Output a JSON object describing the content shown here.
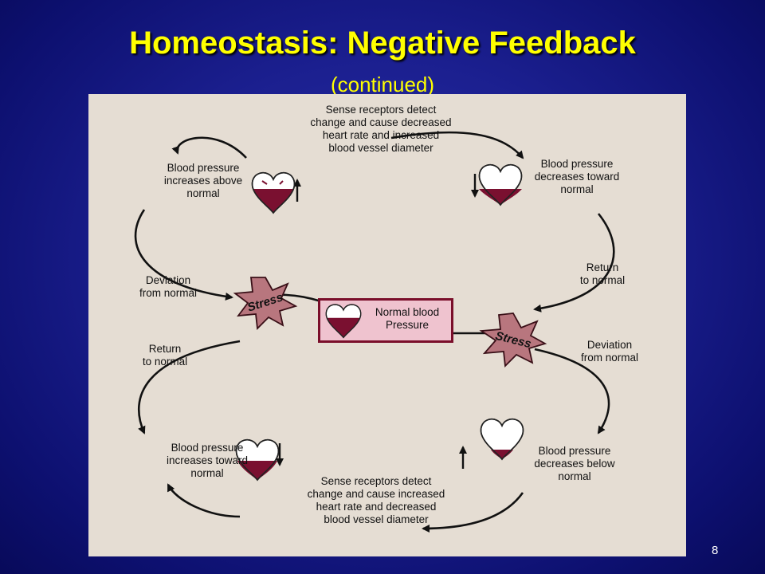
{
  "slide": {
    "title": "Homeostasis: Negative Feedback",
    "subtitle": "(continued)",
    "page_number": "8"
  },
  "diagram": {
    "center": "Normal blood\nPressure",
    "top_receptor": "Sense receptors detect\nchange and cause decreased\nheart rate and increased\nblood vessel diameter",
    "bottom_receptor": "Sense receptors detect\nchange and cause increased\nheart rate and decreased\nblood vessel diameter",
    "bp_increases_above": "Blood pressure\nincreases above\nnormal",
    "bp_decreases_toward": "Blood pressure\ndecreases toward\nnormal",
    "bp_increases_toward": "Blood pressure\nincreases toward\nnormal",
    "bp_decreases_below": "Blood pressure\ndecreases below\nnormal",
    "deviation_left": "Deviation\nfrom normal",
    "deviation_right": "Deviation\nfrom normal",
    "return_left": "Return\nto normal",
    "return_right": "Return\nto normal",
    "stress_left": "Stress",
    "stress_right": "Stress"
  },
  "colors": {
    "title": "#ffff00",
    "blood": "#7a1030",
    "box_fill": "#efc3cf",
    "arrow": "#111111"
  }
}
